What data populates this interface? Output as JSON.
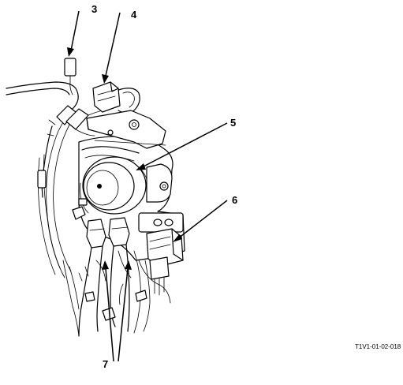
{
  "diagram": {
    "callouts": [
      {
        "id": "3",
        "label": "3"
      },
      {
        "id": "4",
        "label": "4"
      },
      {
        "id": "5",
        "label": "5"
      },
      {
        "id": "6",
        "label": "6"
      },
      {
        "id": "7",
        "label": "7"
      }
    ],
    "figure_id": "T1V1-01-02-018"
  }
}
